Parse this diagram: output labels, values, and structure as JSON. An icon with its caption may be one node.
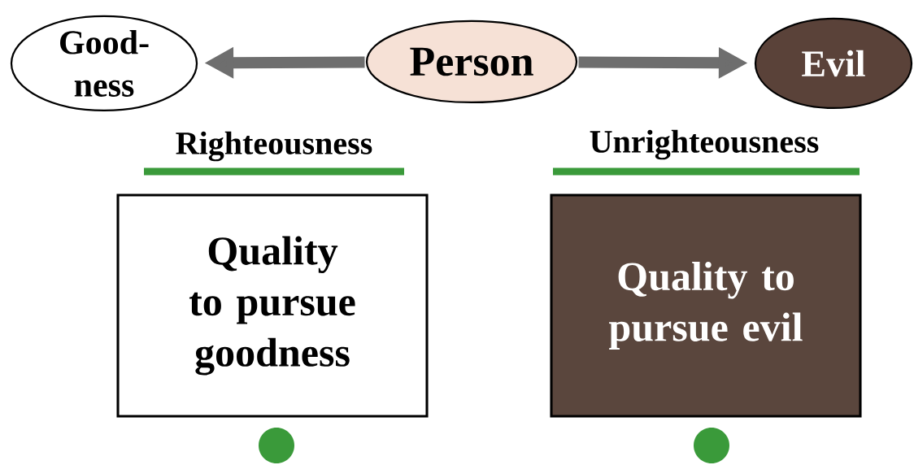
{
  "diagram": {
    "nodes": [
      {
        "text": [
          "Good- ness"
        ]
      },
      {
        "text": [
          "Person"
        ]
      },
      {
        "text": [
          "Evil"
        ]
      },
      {
        "text": [
          "Righteousness",
          "Quality to pursue goodness"
        ]
      },
      {
        "text": [
          "Unrighteousness",
          "Quality to pursue evil"
        ]
      },
      {
        "text": [],
        "shape": "circle"
      },
      {
        "text": [],
        "shape": "circle"
      }
    ],
    "edges": [
      {
        "from": 1,
        "to": 0,
        "arrow": "to"
      },
      {
        "from": 1,
        "to": 2,
        "arrow": "to"
      }
    ]
  }
}
